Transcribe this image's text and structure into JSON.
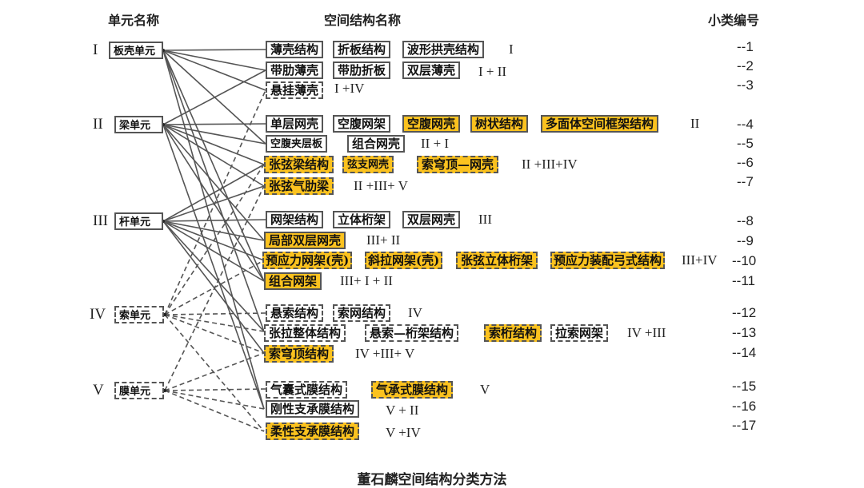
{
  "headers": {
    "unit_name": "单元名称",
    "structure_name": "空间结构名称",
    "sub_number": "小类编号"
  },
  "units": [
    {
      "roman": "I",
      "label": "板壳单元",
      "style": "solid"
    },
    {
      "roman": "II",
      "label": "梁单元",
      "style": "solid"
    },
    {
      "roman": "III",
      "label": "杆单元",
      "style": "solid"
    },
    {
      "roman": "IV",
      "label": "索单元",
      "style": "dashed"
    },
    {
      "roman": "V",
      "label": "膜单元",
      "style": "dashed"
    }
  ],
  "rows": [
    {
      "id": "1",
      "num": "--1",
      "combo": "I",
      "items": [
        {
          "label": "薄壳结构",
          "highlight": false,
          "dashed": false
        },
        {
          "label": "折板结构",
          "highlight": false,
          "dashed": false
        },
        {
          "label": "波形拱壳结构",
          "highlight": false,
          "dashed": false
        }
      ]
    },
    {
      "id": "2",
      "num": "--2",
      "combo": "I + II",
      "items": [
        {
          "label": "带肋薄壳",
          "highlight": false,
          "dashed": false
        },
        {
          "label": "带肋折板",
          "highlight": false,
          "dashed": false
        },
        {
          "label": "双层薄壳",
          "highlight": false,
          "dashed": false
        }
      ]
    },
    {
      "id": "3",
      "num": "--3",
      "combo": "I +IV",
      "items": [
        {
          "label": "悬挂薄壳",
          "highlight": false,
          "dashed": true
        }
      ]
    },
    {
      "id": "4",
      "num": "--4",
      "combo": "II",
      "items": [
        {
          "label": "单层网壳",
          "highlight": false,
          "dashed": false
        },
        {
          "label": "空腹网架",
          "highlight": false,
          "dashed": false
        },
        {
          "label": "空腹网壳",
          "highlight": true,
          "dashed": false
        },
        {
          "label": "树状结构",
          "highlight": true,
          "dashed": false
        },
        {
          "label": "多面体空间框架结构",
          "highlight": true,
          "dashed": false
        }
      ]
    },
    {
      "id": "5",
      "num": "--5",
      "combo": "II + I",
      "items": [
        {
          "label": "空腹夹层板",
          "highlight": false,
          "dashed": false
        },
        {
          "label": "组合网壳",
          "highlight": false,
          "dashed": false
        }
      ]
    },
    {
      "id": "6",
      "num": "--6",
      "combo": "II +III+IV",
      "items": [
        {
          "label": "张弦梁结构",
          "highlight": true,
          "dashed": true
        },
        {
          "label": "弦支网壳",
          "highlight": true,
          "dashed": true
        },
        {
          "label": "索穹顶—网壳",
          "highlight": true,
          "dashed": true
        }
      ]
    },
    {
      "id": "7",
      "num": "--7",
      "combo": "II +III+ V",
      "items": [
        {
          "label": "张弦气肋梁",
          "highlight": true,
          "dashed": true
        }
      ]
    },
    {
      "id": "8",
      "num": "--8",
      "combo": "III",
      "items": [
        {
          "label": "网架结构",
          "highlight": false,
          "dashed": false
        },
        {
          "label": "立体桁架",
          "highlight": false,
          "dashed": false
        },
        {
          "label": "双层网壳",
          "highlight": false,
          "dashed": false
        }
      ]
    },
    {
      "id": "9",
      "num": "--9",
      "combo": "III+ II",
      "items": [
        {
          "label": "局部双层网壳",
          "highlight": true,
          "dashed": false
        }
      ]
    },
    {
      "id": "10",
      "num": "--10",
      "combo": "III+IV",
      "items": [
        {
          "label": "预应力网架(壳)",
          "highlight": true,
          "dashed": true
        },
        {
          "label": "斜拉网架(壳)",
          "highlight": true,
          "dashed": true
        },
        {
          "label": "张弦立体桁架",
          "highlight": true,
          "dashed": true
        },
        {
          "label": "预应力装配弓式结构",
          "highlight": true,
          "dashed": true
        }
      ]
    },
    {
      "id": "11",
      "num": "--11",
      "combo": "III+ I + II",
      "items": [
        {
          "label": "组合网架",
          "highlight": true,
          "dashed": false
        }
      ]
    },
    {
      "id": "12",
      "num": "--12",
      "combo": "IV",
      "items": [
        {
          "label": "悬索结构",
          "highlight": false,
          "dashed": true
        },
        {
          "label": "索网结构",
          "highlight": false,
          "dashed": true
        }
      ]
    },
    {
      "id": "13",
      "num": "--13",
      "combo": "IV +III",
      "items": [
        {
          "label": "张拉整体结构",
          "highlight": false,
          "dashed": true
        },
        {
          "label": "悬索—桁架结构",
          "highlight": false,
          "dashed": true
        },
        {
          "label": "索桁结构",
          "highlight": true,
          "dashed": true
        },
        {
          "label": "拉索网架",
          "highlight": false,
          "dashed": true
        }
      ]
    },
    {
      "id": "14",
      "num": "--14",
      "combo": "IV +III+ V",
      "items": [
        {
          "label": "索穹顶结构",
          "highlight": true,
          "dashed": true
        }
      ]
    },
    {
      "id": "15",
      "num": "--15",
      "combo": "V",
      "items": [
        {
          "label": "气囊式膜结构",
          "highlight": false,
          "dashed": true
        },
        {
          "label": "气承式膜结构",
          "highlight": true,
          "dashed": true
        }
      ]
    },
    {
      "id": "16",
      "num": "--16",
      "combo": "V + II",
      "items": [
        {
          "label": "刚性支承膜结构",
          "highlight": false,
          "dashed": true
        }
      ]
    },
    {
      "id": "17",
      "num": "--17",
      "combo": "V +IV",
      "items": [
        {
          "label": "柔性支承膜结构",
          "highlight": true,
          "dashed": true
        }
      ]
    }
  ],
  "colors": {
    "highlight": "#fbc21f",
    "line": "#555555"
  },
  "caption": "董石麟空间结构分类方法"
}
